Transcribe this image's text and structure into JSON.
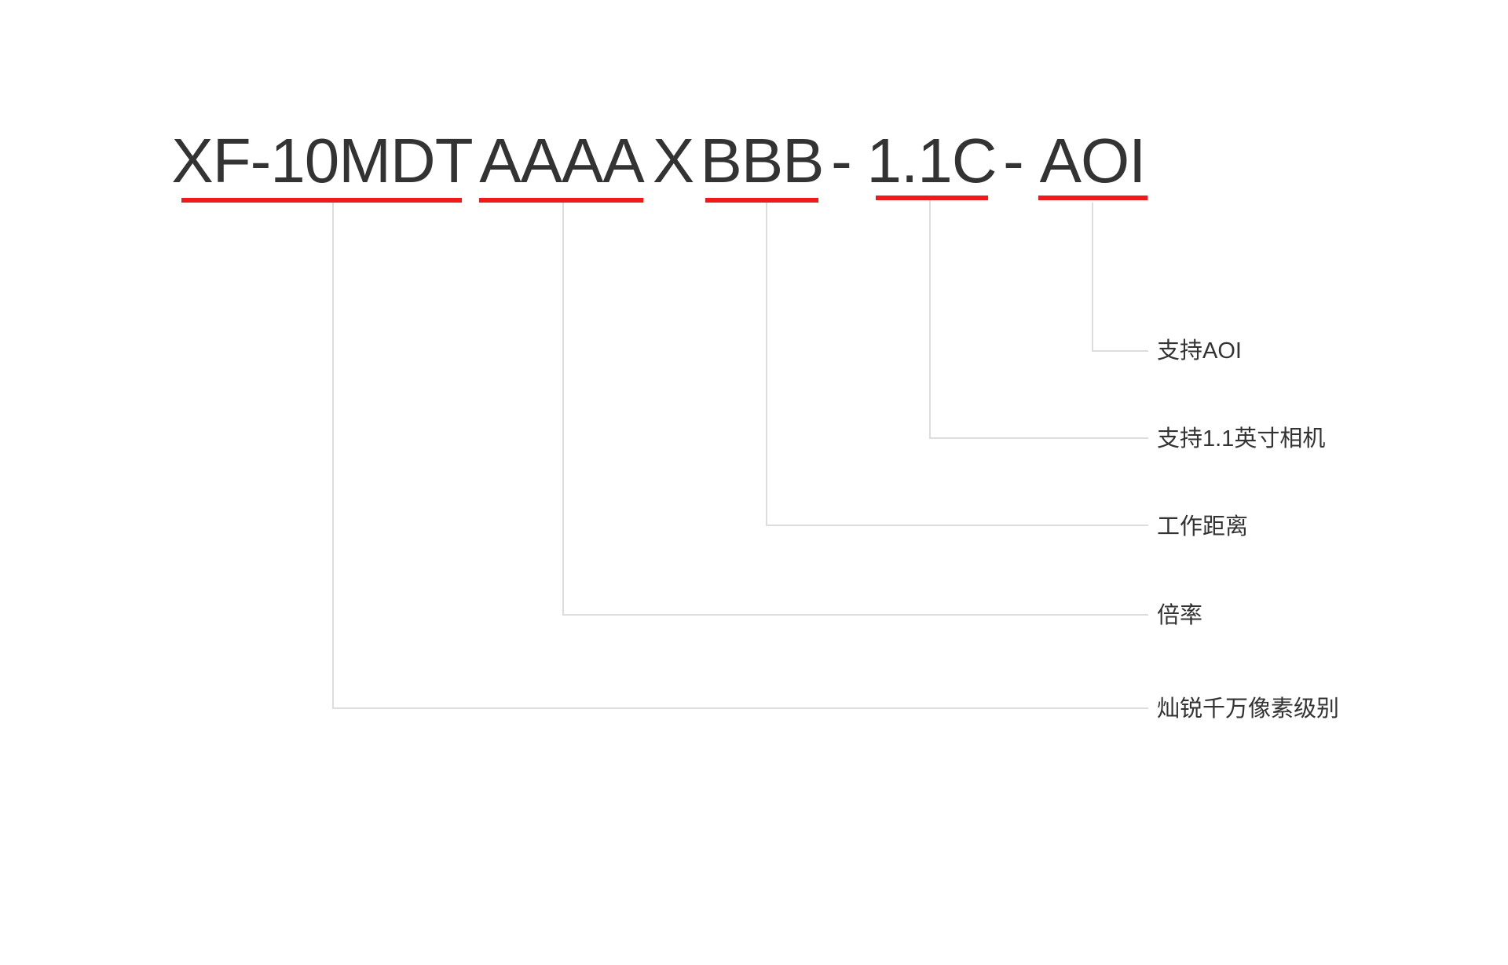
{
  "title_tokens": [
    "XF-10MDT",
    "AAAA",
    "X",
    "BBB",
    "-",
    "1.1C",
    "-",
    "AOI"
  ],
  "labels": {
    "aoi": "支持AOI",
    "camera": "支持1.1英寸相机",
    "distance": "工作距离",
    "magnification": "倍率",
    "series": "灿锐千万像素级别"
  },
  "colors": {
    "text": "#333333",
    "underline": "#f01a1a",
    "leader": "#dddddd"
  }
}
